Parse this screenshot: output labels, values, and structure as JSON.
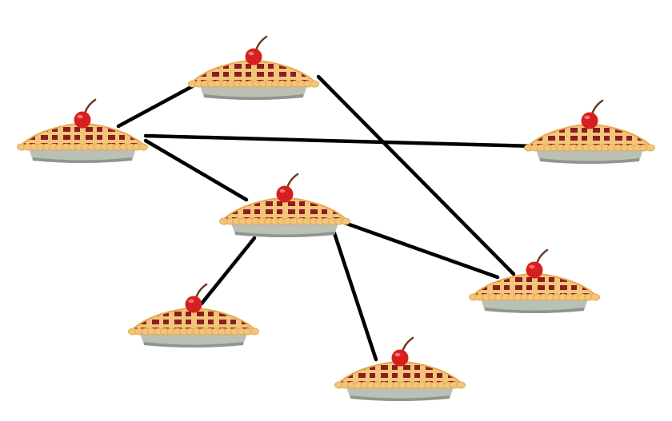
{
  "diagram": {
    "type": "pie-graph",
    "colors": {
      "edge": "#000000",
      "crust": "#f2c57c",
      "crust_edge": "#e8a94f",
      "filling": "#8b1f1f",
      "tin": "#b9c0b5",
      "tin_shadow": "#8f968c",
      "cherry": "#d81f1f",
      "stem": "#6b3b1f"
    },
    "nodes": [
      {
        "id": "pie-top"
      },
      {
        "id": "pie-left"
      },
      {
        "id": "pie-right"
      },
      {
        "id": "pie-center"
      },
      {
        "id": "pie-mid-right"
      },
      {
        "id": "pie-bottom-left"
      },
      {
        "id": "pie-bottom"
      }
    ],
    "edges": [
      {
        "from": "pie-left",
        "to": "pie-top"
      },
      {
        "from": "pie-top",
        "to": "pie-mid-right"
      },
      {
        "from": "pie-left",
        "to": "pie-right"
      },
      {
        "from": "pie-left",
        "to": "pie-center"
      },
      {
        "from": "pie-center",
        "to": "pie-mid-right"
      },
      {
        "from": "pie-center",
        "to": "pie-bottom-left"
      },
      {
        "from": "pie-center",
        "to": "pie-bottom"
      }
    ]
  }
}
